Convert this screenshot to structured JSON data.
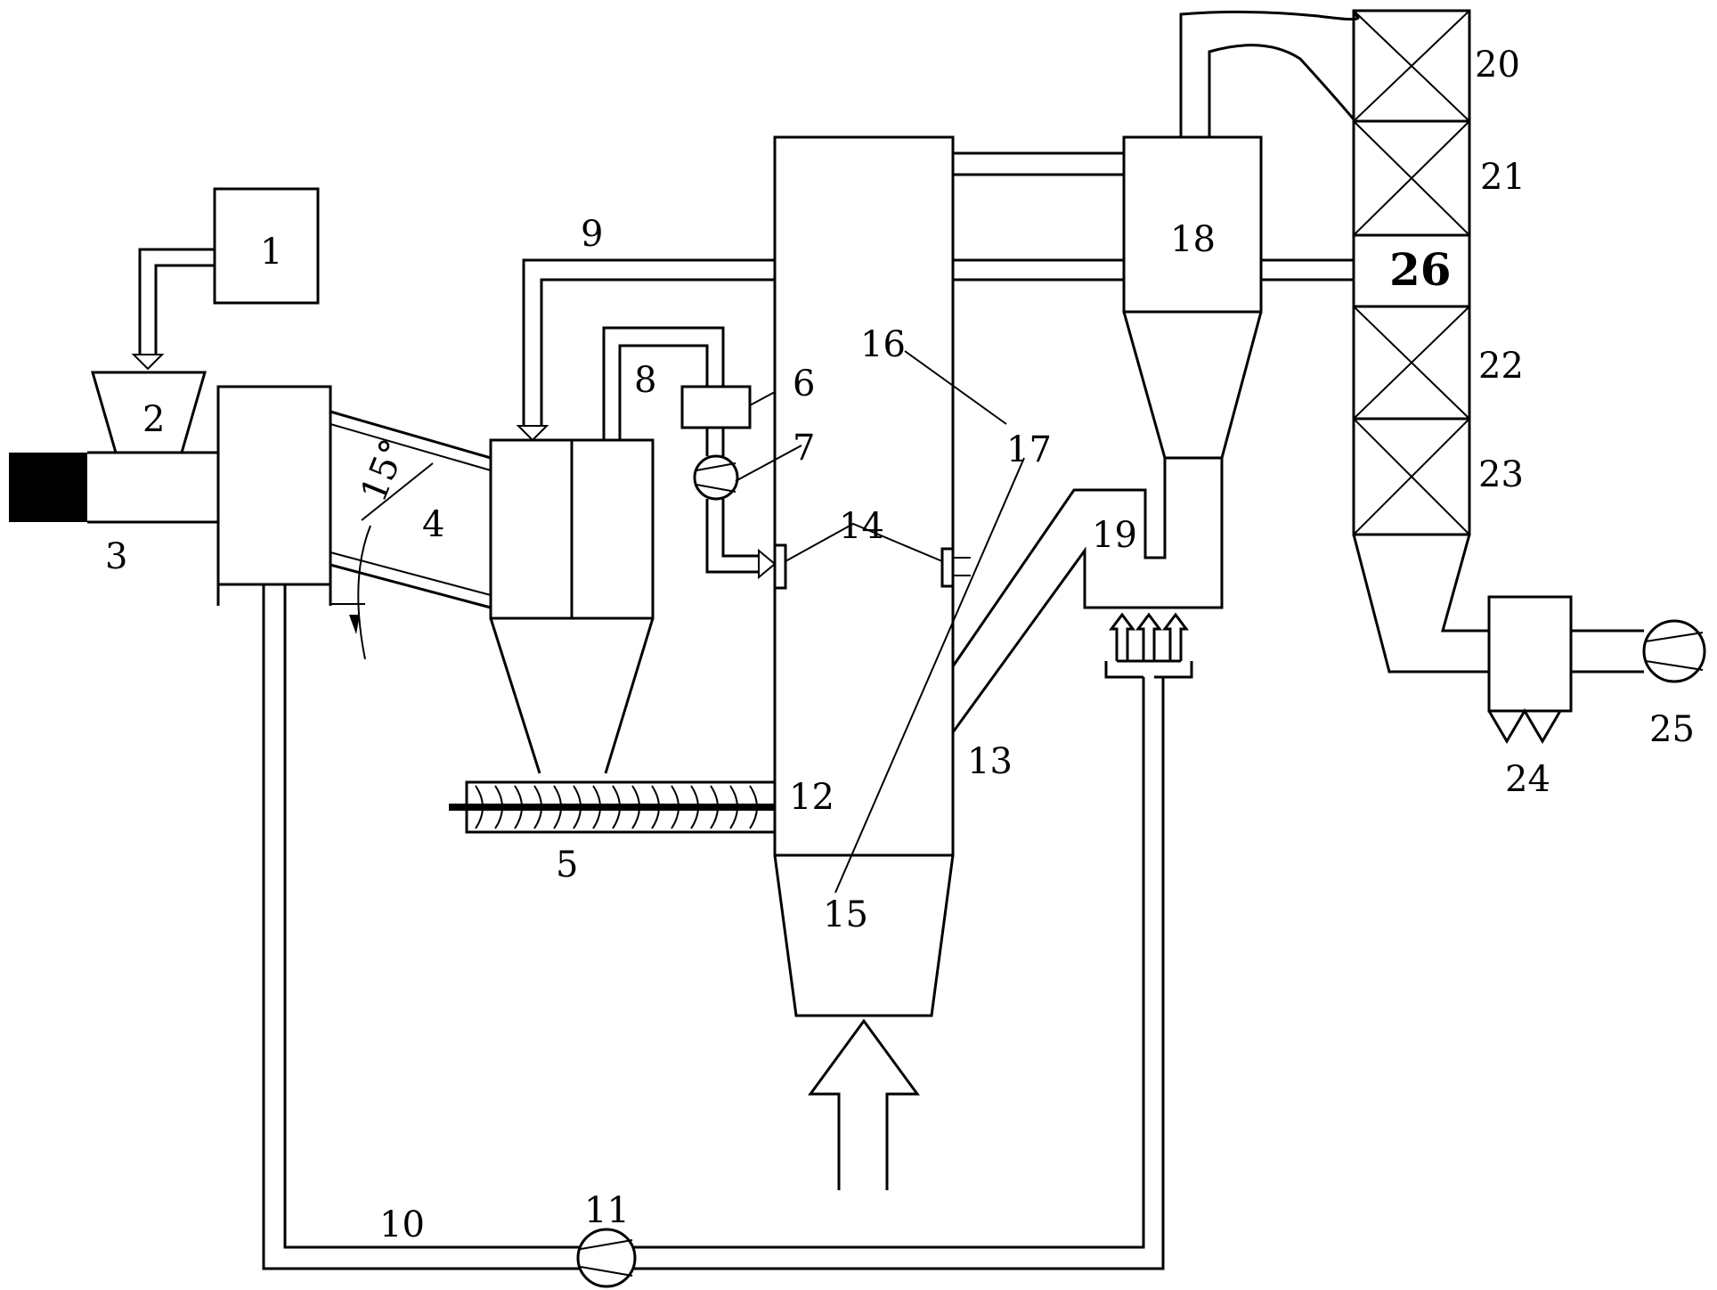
{
  "labels": {
    "n1": "1",
    "n2": "2",
    "n3": "3",
    "n4": "4",
    "n5": "5",
    "n6": "6",
    "n7": "7",
    "n8": "8",
    "n9": "9",
    "n10": "10",
    "n11": "11",
    "n12": "12",
    "n13": "13",
    "n14": "14",
    "n15": "15",
    "n16": "16",
    "n17": "17",
    "n18": "18",
    "n19": "19",
    "n20": "20",
    "n21": "21",
    "n22": "22",
    "n23": "23",
    "n24": "24",
    "n25": "25",
    "n26": "26"
  },
  "angle_label": "15°"
}
